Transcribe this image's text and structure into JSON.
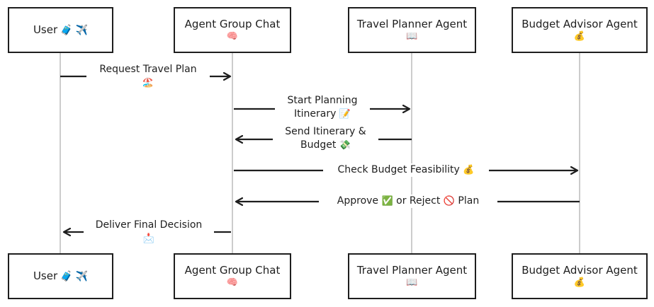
{
  "actors": [
    {
      "label": "User",
      "icons": [
        "🧳",
        "✈️"
      ]
    },
    {
      "label": "Agent Group Chat",
      "icon": "🧠"
    },
    {
      "label": "Travel Planner Agent",
      "icon": "📖"
    },
    {
      "label": "Budget Advisor Agent",
      "icon": "💰"
    }
  ],
  "messages": [
    {
      "from": "User",
      "to": "Agent Group Chat",
      "line1": "Request Travel Plan",
      "line2_icon": "🏖️"
    },
    {
      "from": "Agent Group Chat",
      "to": "Travel Planner Agent",
      "line1": "Start Planning",
      "line2": "Itinerary",
      "icon": "📝"
    },
    {
      "from": "Travel Planner Agent",
      "to": "Agent Group Chat",
      "line1": "Send Itinerary &",
      "line2": "Budget",
      "icon": "💸"
    },
    {
      "from": "Agent Group Chat",
      "to": "Budget Advisor Agent",
      "line1": "Check Budget Feasibility",
      "icon": "💰"
    },
    {
      "from": "Budget Advisor Agent",
      "to": "Agent Group Chat",
      "p1": "Approve",
      "icon1": "✅",
      "p2": "or Reject",
      "icon2": "🚫",
      "p3": "Plan"
    },
    {
      "from": "Agent Group Chat",
      "to": "User",
      "line1": "Deliver Final Decision",
      "line2_icon": "📩"
    }
  ]
}
